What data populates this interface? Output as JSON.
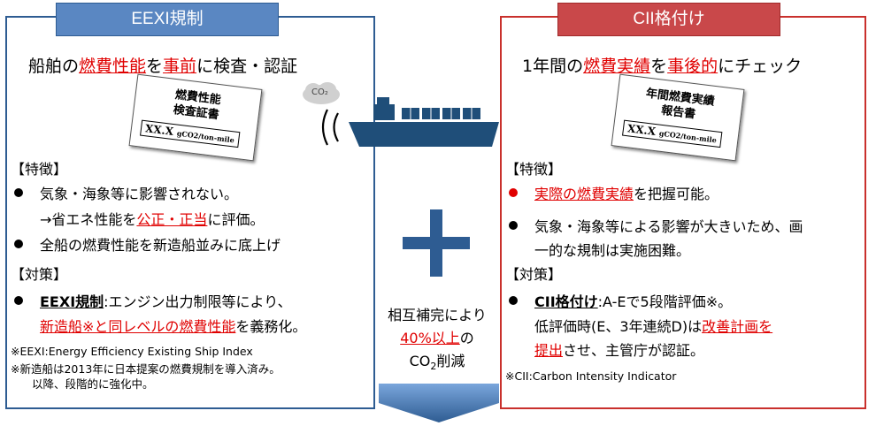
{
  "left": {
    "header": "EEXI規制",
    "title": [
      "船舶の",
      "燃費性能",
      "を",
      "事前",
      "に検査・認証"
    ],
    "doc_title": [
      "燃費性能",
      "検査証書"
    ],
    "doc_value": "XX.X",
    "doc_unit": "gCO2/ton-mile",
    "feature_head": "【特徴】",
    "f1": [
      "気象・海象等に影響されない。"
    ],
    "f1b": [
      "→省エネ性能を",
      "公正・正当",
      "に評価。"
    ],
    "f2": "全船の燃費性能を新造船並みに底上げ",
    "measure_head": "【対策】",
    "m1": [
      "EEXI規制",
      ":エンジン出力制限等により、"
    ],
    "m1b": [
      "新造船※と同レベルの燃費性能",
      "を義務化。"
    ],
    "n1": "※EEXI:Energy Efficiency Existing Ship Index",
    "n2": "※新造船は2013年に日本提案の燃費規制を導入済み。",
    "n3": "以降、段階的に強化中。"
  },
  "right": {
    "header": "CII格付け",
    "title": [
      "1年間の",
      "燃費実績",
      "を",
      "事後的",
      "にチェック"
    ],
    "doc_title": [
      "年間燃費実績",
      "報告書"
    ],
    "doc_value": "XX.X",
    "doc_unit": "gCO2/ton-mile",
    "feature_head": "【特徴】",
    "f1": [
      "実際の燃費実績",
      "を把握可能。"
    ],
    "f2a": "気象・海象等による影響が大きいため、画",
    "f2b": "一的な規制は実施困難。",
    "measure_head": "【対策】",
    "m1": [
      "CII格付け",
      ":A-Eで5段階評価※。"
    ],
    "m1b": [
      "低評価時(E、3年連続D)は",
      "改善計画を"
    ],
    "m1c": [
      "提出",
      "させ、主管庁が認証。"
    ],
    "n1": "※CII:Carbon Intensity Indicator"
  },
  "center": {
    "co2_icon": "CO₂",
    "l1": "相互補完により",
    "l2": "40%以上",
    "l2b": "の",
    "l3a": "CO",
    "l3sub": "2",
    "l3b": "削減"
  },
  "colors": {
    "blue": "#2e5c92",
    "red": "#c9302c",
    "highlight": "#e00000"
  }
}
